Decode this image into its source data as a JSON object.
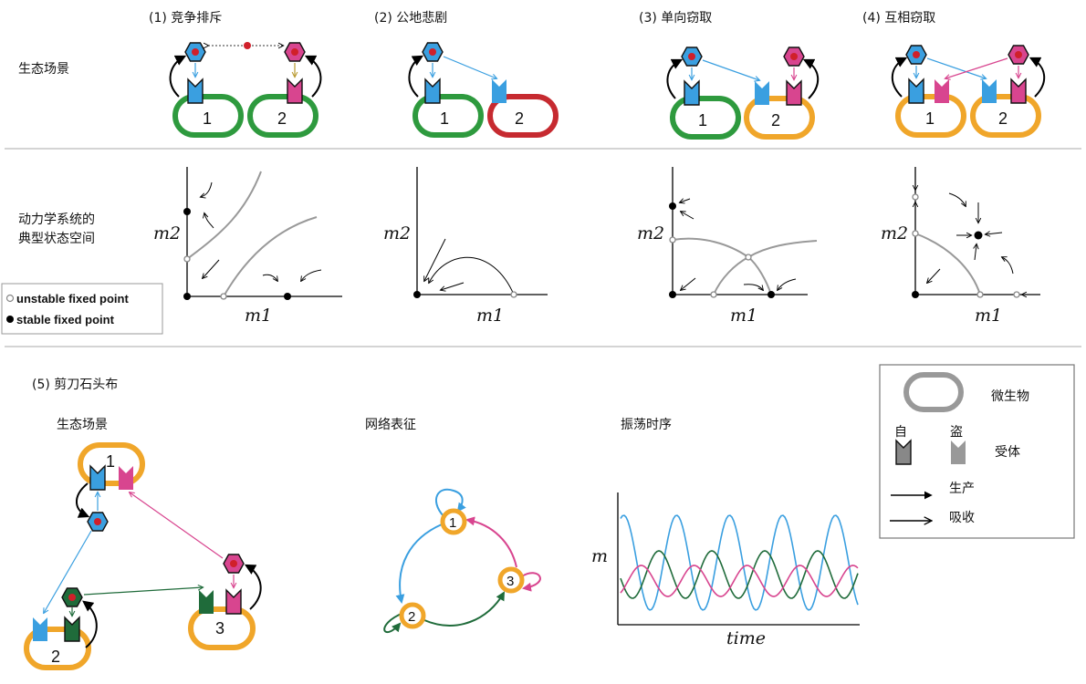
{
  "panels": [
    {
      "title": "(1) 竞争排斥"
    },
    {
      "title": "(2) 公地悲剧"
    },
    {
      "title": "(3) 单向窃取"
    },
    {
      "title": "(4) 互相窃取"
    }
  ],
  "row_labels": {
    "scenario": "生态场景",
    "state_space_line1": "动力学系统的",
    "state_space_line2": "典型状态空间"
  },
  "microbe_numbers": [
    "1",
    "2",
    "3"
  ],
  "axes": {
    "x": "m1",
    "y": "m2",
    "time": "time",
    "m": "m"
  },
  "fixed_point_legend": {
    "unstable": "unstable fixed point",
    "stable": "stable fixed point"
  },
  "rps": {
    "title": "(5) 剪刀石头布",
    "scenario": "生态场景",
    "network": "网络表征",
    "oscillation": "振荡时序"
  },
  "legend": {
    "microbe": "微生物",
    "self": "自",
    "steal": "盗",
    "receptor": "受体",
    "produce": "生产",
    "absorb": "吸收"
  },
  "colors": {
    "green": "#2e9a3e",
    "red": "#c62a30",
    "orange": "#f0a62a",
    "blue": "#3a9fe0",
    "pink": "#d8458f",
    "darkgreen": "#1f6b3a",
    "core": "#d0202a"
  }
}
